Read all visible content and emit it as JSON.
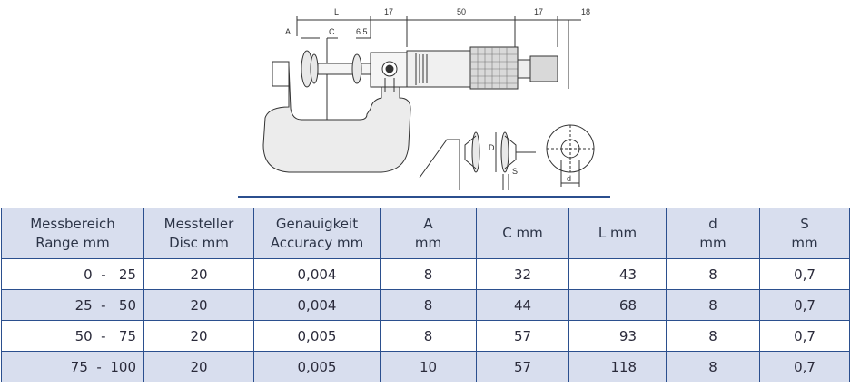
{
  "drawing": {
    "dim_labels": {
      "L": "L",
      "d17a": "17",
      "d50": "50",
      "d17b": "17",
      "d18": "18",
      "A": "A",
      "C": "C",
      "d65": "6.5",
      "D": "D",
      "S": "S",
      "d": "d"
    }
  },
  "table": {
    "headers": [
      {
        "line1": "Messbereich",
        "line2": "Range mm"
      },
      {
        "line1": "Messteller",
        "line2": "Disc mm"
      },
      {
        "line1": "Genauigkeit",
        "line2": "Accuracy mm"
      },
      {
        "line1": "A",
        "line2": "mm"
      },
      {
        "line1": "C mm",
        "line2": ""
      },
      {
        "line1": "L mm",
        "line2": ""
      },
      {
        "line1": "d",
        "line2": "mm"
      },
      {
        "line1": "S",
        "line2": "mm"
      }
    ],
    "rows": [
      [
        "0  -   25",
        "20",
        "0,004",
        "8",
        "32",
        "43",
        "8",
        "0,7"
      ],
      [
        "25  -   50",
        "20",
        "0,004",
        "8",
        "44",
        "68",
        "8",
        "0,7"
      ],
      [
        "50  -   75",
        "20",
        "0,005",
        "8",
        "57",
        "93",
        "8",
        "0,7"
      ],
      [
        "75  -  100",
        "20",
        "0,005",
        "10",
        "57",
        "118",
        "8",
        "0,7"
      ]
    ]
  }
}
